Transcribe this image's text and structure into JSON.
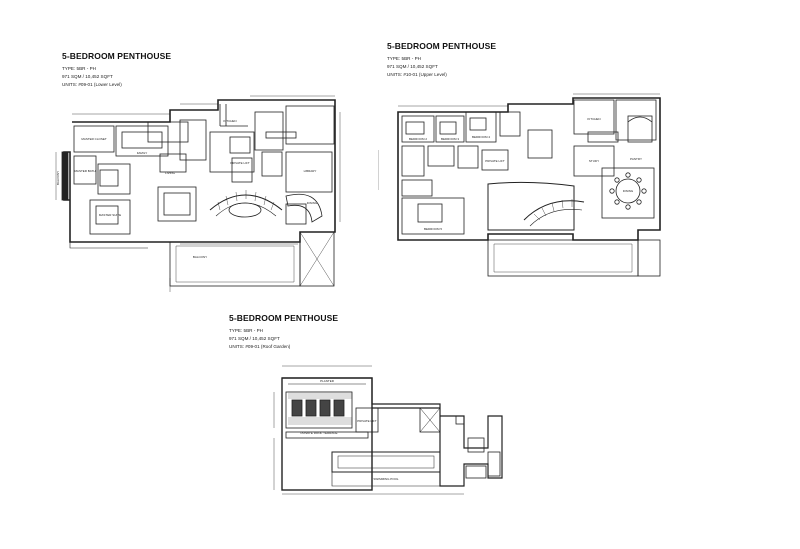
{
  "plans": [
    {
      "title": "5-BEDROOM PENTHOUSE",
      "type": "TYPE: 5BR - PH",
      "area": "971 SQM / 10,452 SQFT",
      "units": "UNITS: #09-01 (Lower Level)",
      "rooms": [
        "MASTER CLOSET",
        "FAMILY",
        "BALCONY",
        "MASTER BATH",
        "MASTER SUITE",
        "KITCHEN",
        "LIVING",
        "DINING",
        "LIBRARY",
        "BALCONY",
        "PRIVATE LIFT"
      ]
    },
    {
      "title": "5-BEDROOM PENTHOUSE",
      "type": "TYPE: 5BR - PH",
      "area": "971 SQM / 10,452 SQFT",
      "units": "UNITS: #10-01 (Upper Level)",
      "rooms": [
        "BEDROOM 2",
        "BEDROOM 3",
        "BEDROOM 4",
        "BEDROOM 5",
        "PRIVATE LIFT",
        "KITCHEN",
        "PANTRY",
        "DINING",
        "STUDY"
      ]
    },
    {
      "title": "5-BEDROOM PENTHOUSE",
      "type": "TYPE: 5BR - PH",
      "area": "971 SQM / 10,452 SQFT",
      "units": "UNITS: #09-01 (Roof Garden)",
      "rooms": [
        "PRIVATE ROOF TERRACE",
        "PRIVATE LIFT",
        "SWIMMING POOL",
        "PLANTER"
      ]
    }
  ]
}
